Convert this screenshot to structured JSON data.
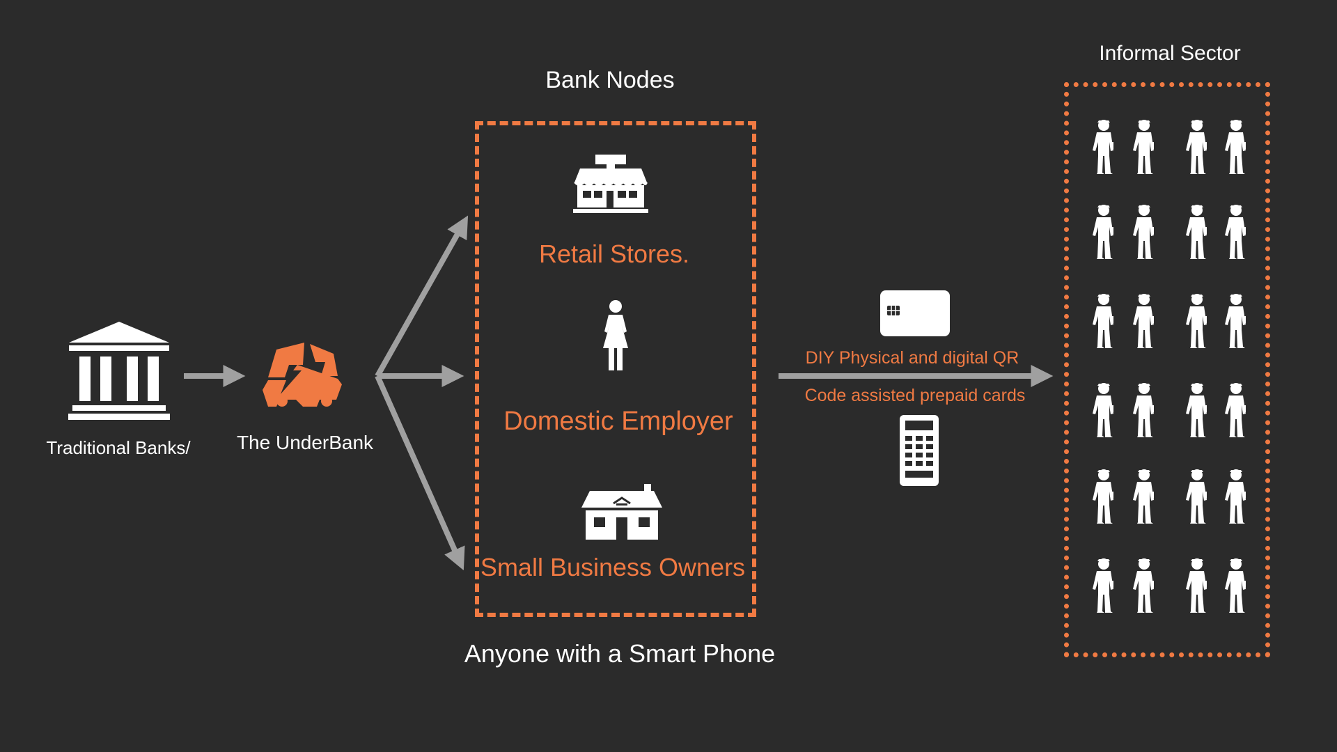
{
  "colors": {
    "background": "#2b2b2b",
    "accent": "#f07a43",
    "arrow": "#a0a0a0",
    "icon": "#ffffff"
  },
  "labels": {
    "traditional_banks": "Traditional Banks/",
    "underbank": "The UnderBank",
    "bank_nodes": "Bank Nodes",
    "retail_stores": "Retail Stores.",
    "domestic_employer": "Domestic Employer",
    "small_business_owners": "Small Business Owners",
    "anyone_smartphone": "Anyone with a Smart Phone",
    "diy_line1": "DIY Physical and digital QR",
    "diy_line2": "Code assisted prepaid cards",
    "informal_sector": "Informal Sector"
  },
  "icons": {
    "bank": "bank-building-icon",
    "underbank": "underbank-logo-icon",
    "store": "store-icon",
    "person": "woman-icon",
    "house": "house-icon",
    "card": "prepaid-card-icon",
    "phone": "phone-keypad-icon",
    "worker": "worker-silhouette-icon"
  },
  "informal_sector_grid": {
    "rows": 6,
    "columns": 4
  }
}
